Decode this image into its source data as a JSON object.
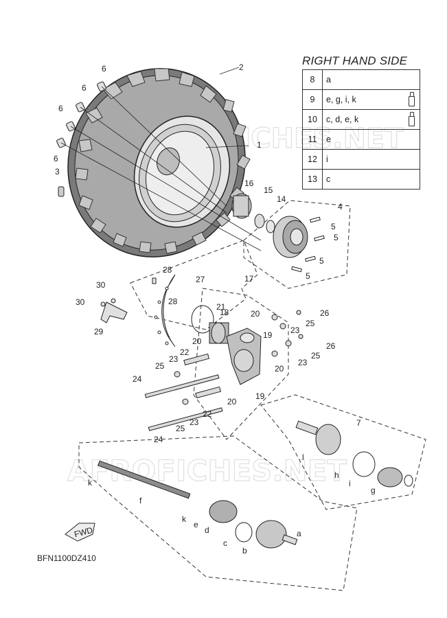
{
  "legend": {
    "title": "RIGHT HAND SIDE",
    "rows": [
      {
        "num": "8",
        "val": "a",
        "tube": false
      },
      {
        "num": "9",
        "val": "e, g, i, k",
        "tube": true
      },
      {
        "num": "10",
        "val": "c, d, e, k",
        "tube": true
      },
      {
        "num": "11",
        "val": "e",
        "tube": false
      },
      {
        "num": "12",
        "val": "i",
        "tube": false
      },
      {
        "num": "13",
        "val": "c",
        "tube": false
      }
    ]
  },
  "diagram_code": "BFN1100DZ410",
  "fwd_label": "FWD",
  "watermark": "AFROFICHES.NET",
  "callouts": {
    "n1": "1",
    "n2": "2",
    "n3": "3",
    "n4": "4",
    "n5": "5",
    "n6": "6",
    "n7": "7",
    "n14": "14",
    "n15": "15",
    "n16": "16",
    "n17": "17",
    "n18": "18",
    "n19": "19",
    "n20": "20",
    "n21": "21",
    "n22": "22",
    "n23": "23",
    "n24": "24",
    "n25": "25",
    "n26": "26",
    "n27": "27",
    "n28": "28",
    "n29": "29",
    "n30": "30",
    "a": "a",
    "b": "b",
    "c": "c",
    "d": "d",
    "e": "e",
    "f": "f",
    "g": "g",
    "h": "h",
    "i": "i",
    "k": "k",
    "l": "l"
  }
}
